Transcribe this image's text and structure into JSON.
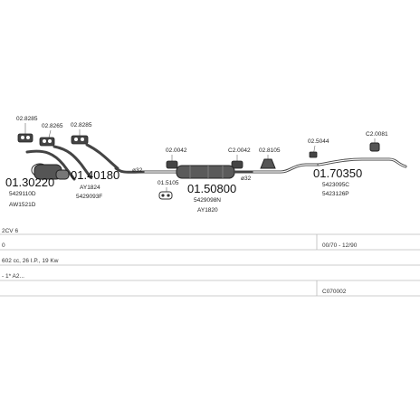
{
  "parts": {
    "p1": "01.30220",
    "p1_ref1": "5429110D",
    "p1_ref2": "AW1521D",
    "p2": "01.40180",
    "p2_ref1": "AY1824",
    "p2_ref2": "5429093F",
    "p3": "01.50800",
    "p3_ref1": "5429098N",
    "p3_ref2": "AY1820",
    "p4": "01.70350",
    "p4_ref1": "5423095C",
    "p4_ref2": "5423126P"
  },
  "small_parts": {
    "s1": "02.8285",
    "s2": "02.8265",
    "s3": "02.8285",
    "s4": "02.0042",
    "s5": "C2.0042",
    "s6": "02.8105",
    "s7": "01.5105",
    "s8": "02.5044",
    "s9": "C2.0081"
  },
  "pipe_diameters": {
    "d1": "ø32",
    "d2": "ø32"
  },
  "table": {
    "row1_left": "2CV 6",
    "row2_left": "0",
    "row2_right": "00/70 - 12/90",
    "row3_left": "602 cc, 26 I.P., 19 Kw",
    "row4_left": "- 1* A2...",
    "row5_right": "C070002"
  }
}
